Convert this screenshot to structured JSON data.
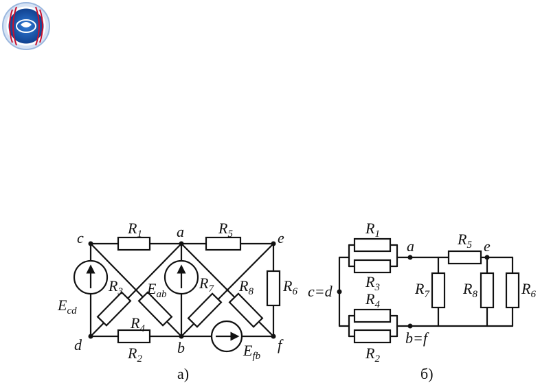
{
  "logo": {
    "icon": "university-logo-icon",
    "colors": [
      "#1e5fb5",
      "#c8102e",
      "#ffffff"
    ]
  },
  "diagram_a": {
    "caption": "а)",
    "nodes": [
      "c",
      "a",
      "e",
      "d",
      "b",
      "f"
    ],
    "resistors": [
      {
        "name": "R",
        "sub": "1"
      },
      {
        "name": "R",
        "sub": "5"
      },
      {
        "name": "R",
        "sub": "2"
      },
      {
        "name": "R",
        "sub": "6"
      },
      {
        "name": "R",
        "sub": "3"
      },
      {
        "name": "R",
        "sub": "4"
      },
      {
        "name": "R",
        "sub": "7"
      },
      {
        "name": "R",
        "sub": "8"
      }
    ],
    "sources": [
      {
        "name": "E",
        "sub": "cd"
      },
      {
        "name": "E",
        "sub": "ab"
      },
      {
        "name": "E",
        "sub": "fb"
      }
    ]
  },
  "diagram_b": {
    "caption": "б)",
    "nodes": [
      "a",
      "e",
      "c=d",
      "b=f"
    ],
    "resistors": [
      {
        "name": "R",
        "sub": "1"
      },
      {
        "name": "R",
        "sub": "3"
      },
      {
        "name": "R",
        "sub": "4"
      },
      {
        "name": "R",
        "sub": "2"
      },
      {
        "name": "R",
        "sub": "5"
      },
      {
        "name": "R",
        "sub": "7"
      },
      {
        "name": "R",
        "sub": "8"
      },
      {
        "name": "R",
        "sub": "6"
      }
    ]
  }
}
